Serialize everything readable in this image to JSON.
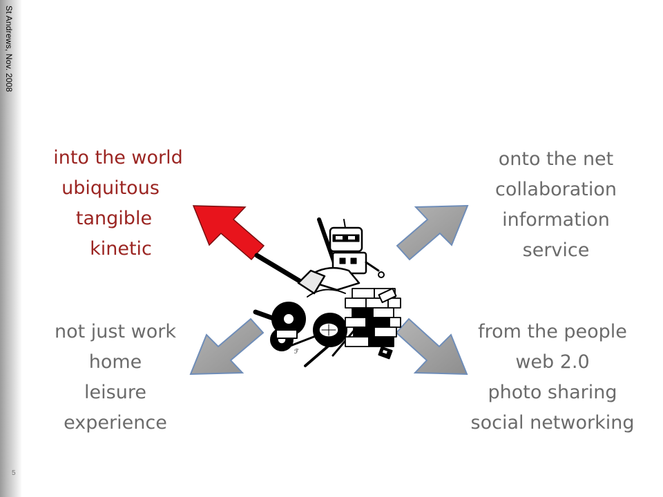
{
  "sidebar": {
    "caption": "St Andrews, Nov. 2008",
    "slide_number": "5"
  },
  "colors": {
    "red_text": "#9b2522",
    "grey_text": "#6b6b6b",
    "red_arrow": "#e8141c",
    "grey_arrow": "#9a9a9a",
    "arrow_outline": "#6f8db8"
  },
  "quadrants": {
    "top_left": {
      "title": "into the world",
      "items": [
        "ubiquitous",
        "tangible",
        "kinetic"
      ]
    },
    "top_right": {
      "title": "onto the net",
      "items": [
        "collaboration",
        "information",
        "service"
      ]
    },
    "bottom_left": {
      "title": "not just work",
      "items": [
        "home",
        "leisure",
        "experience"
      ]
    },
    "bottom_right": {
      "title": "from the people",
      "items": [
        "web 2.0",
        "photo sharing",
        "social networking"
      ]
    }
  },
  "illustration": {
    "icon": "robot-smashing-wall-icon"
  }
}
